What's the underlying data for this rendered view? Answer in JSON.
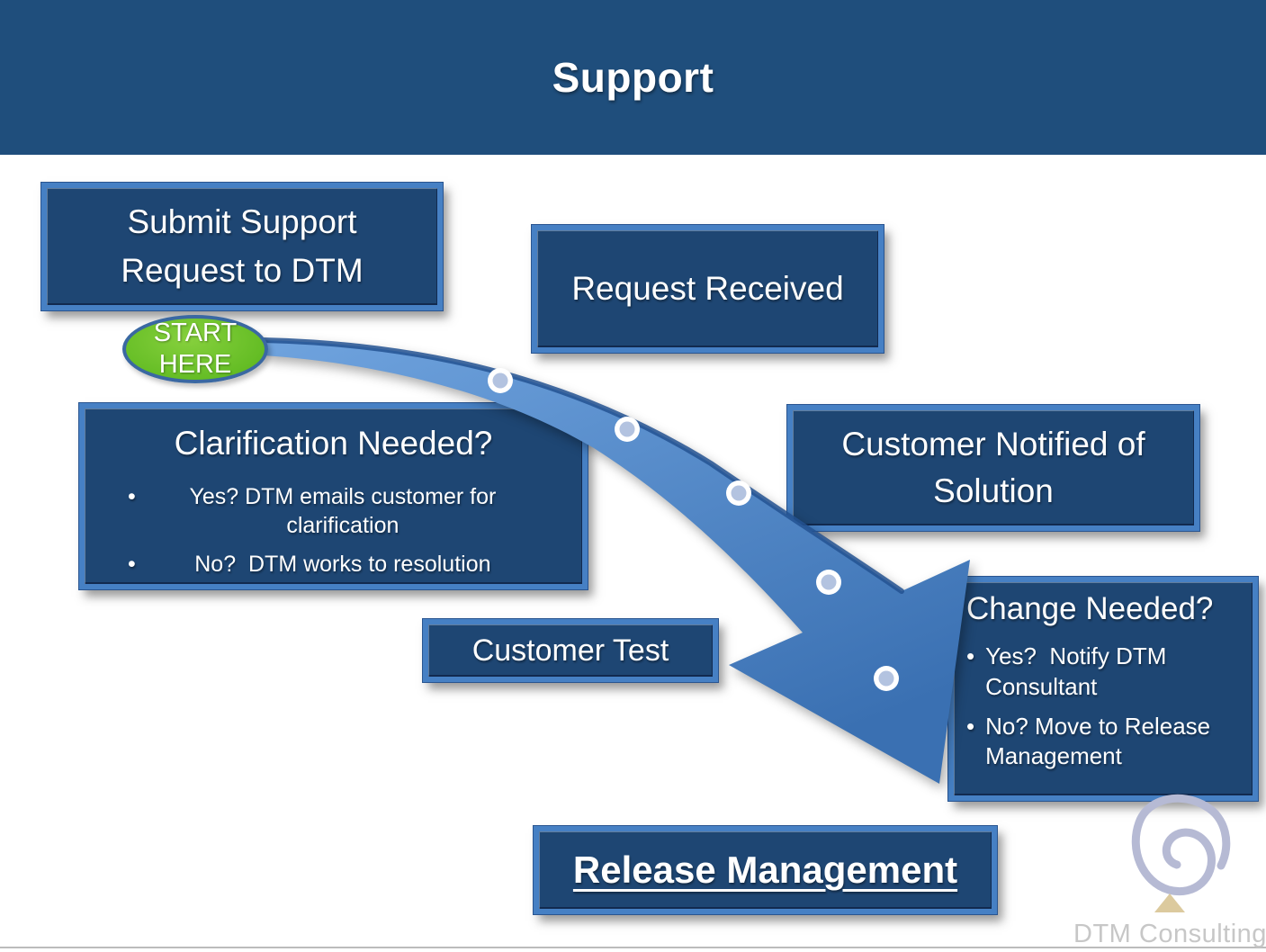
{
  "slide": {
    "title": "Support"
  },
  "boxes": {
    "submit": {
      "label": "Submit Support Request to DTM"
    },
    "request_received": {
      "label": "Request Received"
    },
    "clarification": {
      "title": "Clarification Needed?",
      "bullets": [
        "Yes? DTM emails customer for clarification",
        "No?  DTM works to resolution"
      ]
    },
    "customer_notified": {
      "label": "Customer Notified of Solution"
    },
    "customer_test": {
      "label": "Customer Test"
    },
    "change_needed": {
      "title": "Change Needed?",
      "bullets": [
        "Yes?  Notify DTM Consultant",
        "No? Move to Release Management"
      ]
    },
    "release_management": {
      "label": "Release Management"
    }
  },
  "start_marker": {
    "label": "START\nHERE"
  },
  "footer": {
    "brand": "DTM Consulting, LLC"
  },
  "colors": {
    "header_bg": "#1f4e7c",
    "box_bg": "#1e4673",
    "box_border": "#4680c4",
    "arrow_fill_light": "#6fa3de",
    "arrow_fill_dark": "#3a70b2",
    "arrow_edge": "#235292",
    "start_green": "#65bd25",
    "start_border": "#3a68a2",
    "milestone_dot_ring": "#ffffff",
    "milestone_dot_fill": "#b3c3e0",
    "logo_spiral": "#b6bad4",
    "logo_triangle": "#dcca9e",
    "brand_text": "#c7c7c7",
    "footer_rule": "#bcbcbc",
    "text": "#ffffff"
  }
}
